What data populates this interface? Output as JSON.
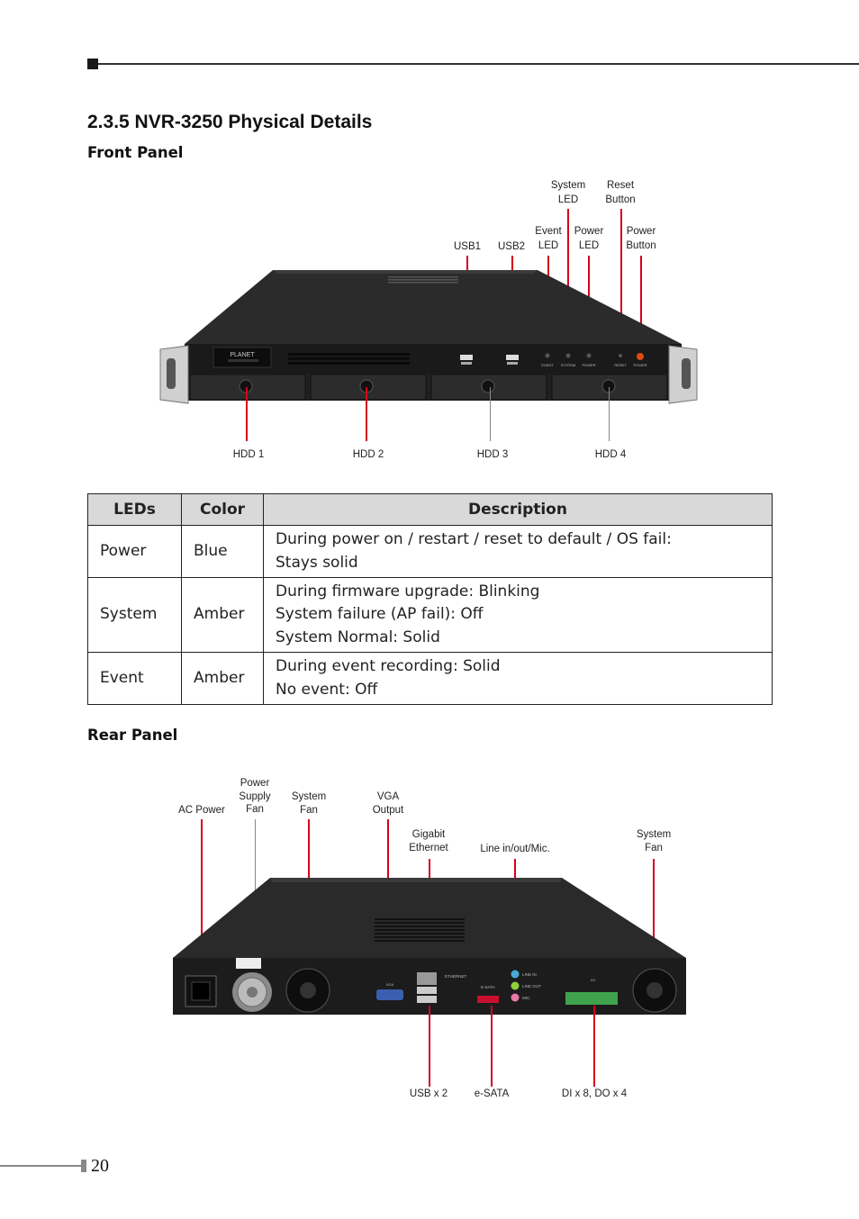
{
  "section_title": "2.3.5 NVR-3250 Physical Details",
  "front": {
    "heading": "Front Panel",
    "labels": {
      "system_led": [
        "System",
        "LED"
      ],
      "reset_button": [
        "Reset",
        "Button"
      ],
      "event_led": [
        "Event",
        "LED"
      ],
      "power_led": [
        "Power",
        "LED"
      ],
      "power_button": [
        "Power",
        "Button"
      ],
      "usb1": "USB1",
      "usb2": "USB2",
      "hdd1": "HDD 1",
      "hdd2": "HDD 2",
      "hdd3": "HDD 3",
      "hdd4": "HDD 4"
    },
    "device": {
      "brand": "PLANET",
      "ports": [
        "EVENT",
        "SYSTEM",
        "POWER",
        "RESET",
        "POWER"
      ]
    }
  },
  "table": {
    "headers": [
      "LEDs",
      "Color",
      "Description"
    ],
    "rows": [
      {
        "led": "Power",
        "color": "Blue",
        "desc": [
          "During power on / restart / reset to default / OS fail:",
          "Stays solid"
        ]
      },
      {
        "led": "System",
        "color": "Amber",
        "desc": [
          "During firmware upgrade: Blinking",
          "System failure (AP fail): Off",
          "System Normal: Solid"
        ]
      },
      {
        "led": "Event",
        "color": "Amber",
        "desc": [
          "During event recording: Solid",
          "No event: Off"
        ]
      }
    ]
  },
  "rear": {
    "heading": "Rear Panel",
    "labels": {
      "ac_power": "AC Power",
      "psu_fan": [
        "Power",
        "Supply",
        "Fan"
      ],
      "system_fan_left": [
        "System",
        "Fan"
      ],
      "vga": [
        "VGA",
        "Output"
      ],
      "gigabit": [
        "Gigabit",
        "Ethernet"
      ],
      "line": "Line in/out/Mic.",
      "system_fan_right": [
        "System",
        "Fan"
      ],
      "usb_x2": "USB x 2",
      "esata": "e-SATA",
      "dido": "DI x 8, DO x 4"
    },
    "device": {
      "ethernet": "ETHERNET",
      "esata_lbl": "E-SATA",
      "line_in": "LINE IN",
      "line_out": "LINE OUT",
      "mic": "MIC.",
      "vga_lbl": "VGA",
      "io": "I/O"
    }
  },
  "page_number": "20",
  "colors": {
    "callout_line": "#d6001c",
    "table_header_bg": "#d9d9d9"
  }
}
